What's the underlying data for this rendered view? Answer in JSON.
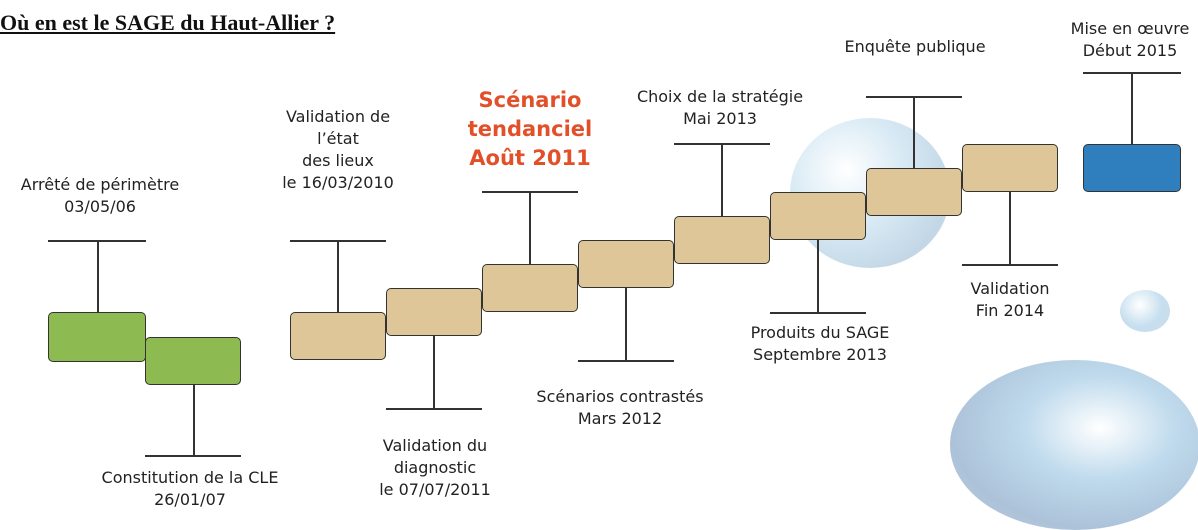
{
  "title": "Où en est le SAGE du Haut-Allier ?",
  "colors": {
    "green": "#8dbb52",
    "tan": "#dec698",
    "blue": "#2f7fbf",
    "highlight": "#e2502a"
  },
  "steps": [
    {
      "lines": [
        "Arrêté de périmètre",
        "03/05/06"
      ],
      "color": "green"
    },
    {
      "lines": [
        "Constitution de la CLE",
        "26/01/07"
      ],
      "color": "green"
    },
    {
      "lines": [
        "Validation de",
        "l’état",
        "des lieux",
        "le 16/03/2010"
      ],
      "color": "tan"
    },
    {
      "lines": [
        "Validation du",
        "diagnostic",
        "le 07/07/2011"
      ],
      "color": "tan"
    },
    {
      "lines": [
        "Scénario",
        "tendanciel",
        "Août 2011"
      ],
      "color": "tan",
      "highlight": true
    },
    {
      "lines": [
        "Scénarios contrastés",
        "Mars 2012"
      ],
      "color": "tan"
    },
    {
      "lines": [
        "Choix de la stratégie",
        "Mai 2013"
      ],
      "color": "tan"
    },
    {
      "lines": [
        "Produits du SAGE",
        "Septembre 2013"
      ],
      "color": "tan"
    },
    {
      "lines": [
        "Enquête publique"
      ],
      "color": "tan"
    },
    {
      "lines": [
        "Validation",
        "Fin 2014"
      ],
      "color": "tan"
    },
    {
      "lines": [
        "Mise en œuvre",
        "Début 2015"
      ],
      "color": "blue"
    }
  ]
}
